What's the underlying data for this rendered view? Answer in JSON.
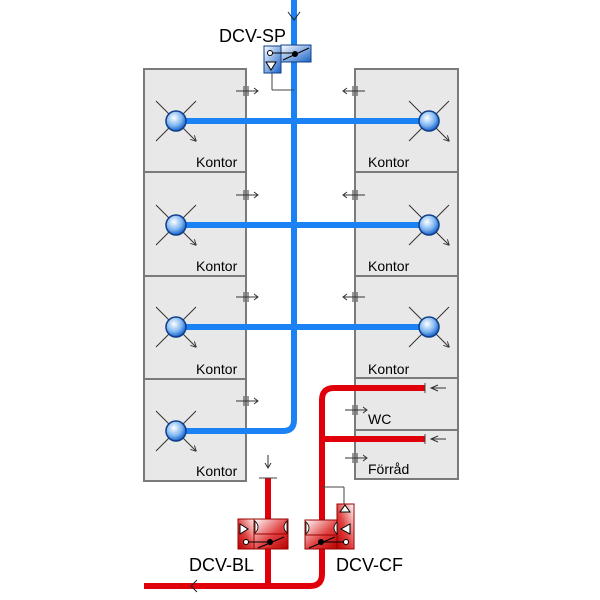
{
  "diagram": {
    "title": "Ventilation schematic",
    "colors": {
      "supply": "#1a82f5",
      "exhaust": "#e0000a",
      "room_fill": "#e8e8e8",
      "room_border": "#7a7a7a"
    },
    "dampers": {
      "supply": {
        "label": "DCV-SP"
      },
      "exhaust_bl": {
        "label": "DCV-BL"
      },
      "exhaust_cf": {
        "label": "DCV-CF"
      }
    },
    "rooms_left": [
      {
        "label": "Kontor"
      },
      {
        "label": "Kontor"
      },
      {
        "label": "Kontor"
      },
      {
        "label": "Kontor"
      }
    ],
    "rooms_right": [
      {
        "label": "Kontor"
      },
      {
        "label": "Kontor"
      },
      {
        "label": "Kontor"
      },
      {
        "label": "WC"
      },
      {
        "label": "Förråd"
      }
    ]
  }
}
